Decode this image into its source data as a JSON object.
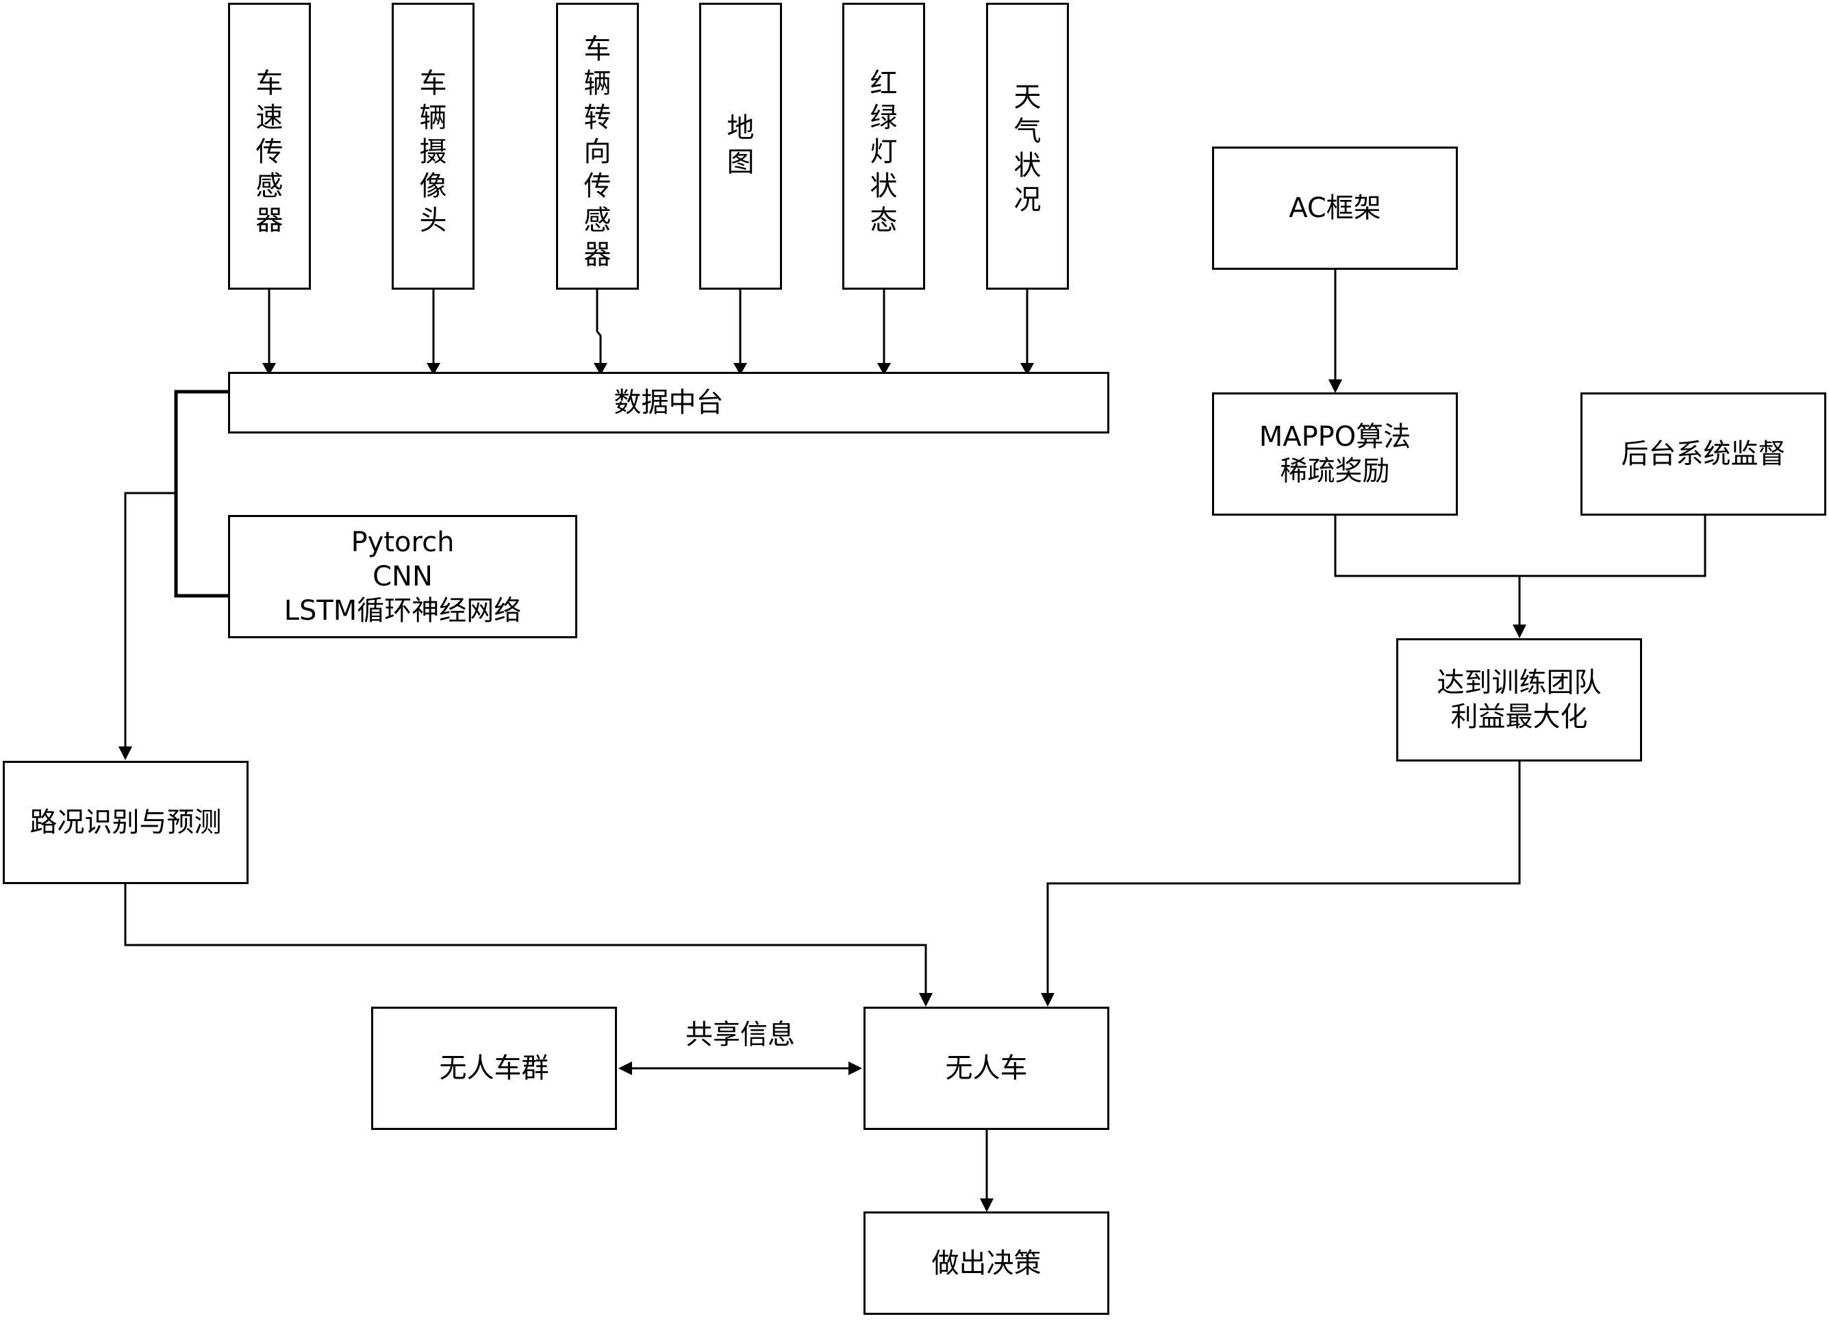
{
  "sensors": {
    "speed_sensor": "车速传感器",
    "vehicle_camera": "车辆摄像头",
    "steering_sensor": "车辆转向传感器",
    "map": "地图",
    "traffic_light": "红绿灯状态",
    "weather": "天气状况"
  },
  "data_platform": "数据中台",
  "model_stack": "Pytorch\nCNN\nLSTM循环神经网络",
  "road_recognition": "路况识别与预测",
  "ac_framework": "AC框架",
  "mappo": "MAPPO算法\n稀疏奖励",
  "backend_supervision": "后台系统监督",
  "team_benefit": "达到训练团队\n利益最大化",
  "fleet": "无人车群",
  "share_label": "共享信息",
  "vehicle": "无人车",
  "decision": "做出决策",
  "colors": {
    "line": "#000000",
    "fill": "#ffffff",
    "text": "#000000"
  }
}
